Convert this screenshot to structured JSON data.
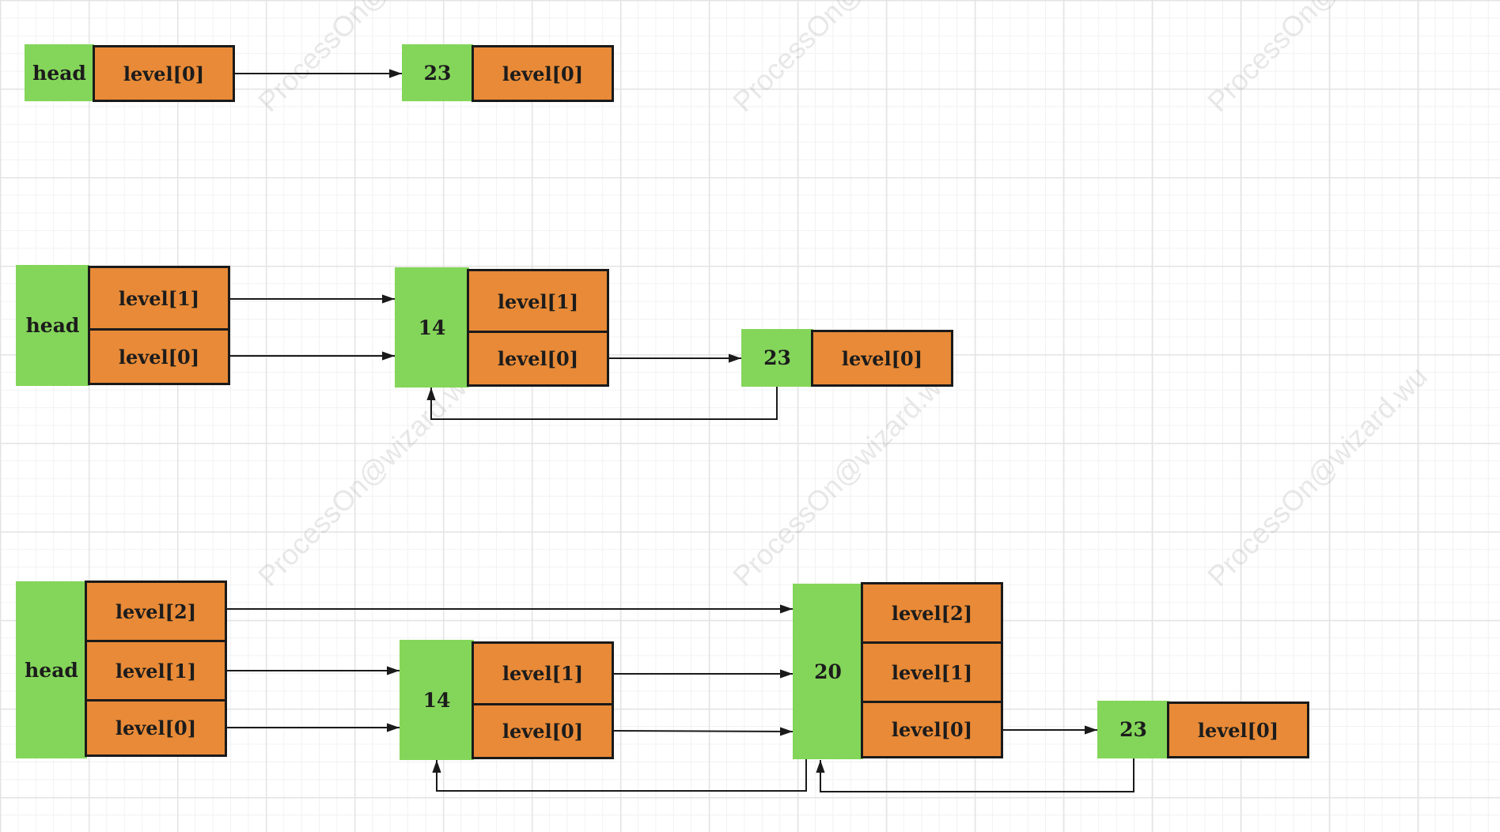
{
  "watermark_text": "ProcessOn@wizard.wu",
  "colors": {
    "node_fill": "#84d65a",
    "level_fill": "#e88a37",
    "border": "#1a1a1a",
    "arrow": "#1a1a1a",
    "grid": "#e4e4e4"
  },
  "diagrams": [
    {
      "nodes": [
        {
          "label": "head",
          "levels": [
            "level[0]"
          ]
        },
        {
          "label": "23",
          "levels": [
            "level[0]"
          ]
        }
      ]
    },
    {
      "nodes": [
        {
          "label": "head",
          "levels": [
            "level[1]",
            "level[0]"
          ]
        },
        {
          "label": "14",
          "levels": [
            "level[1]",
            "level[0]"
          ]
        },
        {
          "label": "23",
          "levels": [
            "level[0]"
          ]
        }
      ]
    },
    {
      "nodes": [
        {
          "label": "head",
          "levels": [
            "level[2]",
            "level[1]",
            "level[0]"
          ]
        },
        {
          "label": "14",
          "levels": [
            "level[1]",
            "level[0]"
          ]
        },
        {
          "label": "20",
          "levels": [
            "level[2]",
            "level[1]",
            "level[0]"
          ]
        },
        {
          "label": "23",
          "levels": [
            "level[0]"
          ]
        }
      ]
    }
  ]
}
